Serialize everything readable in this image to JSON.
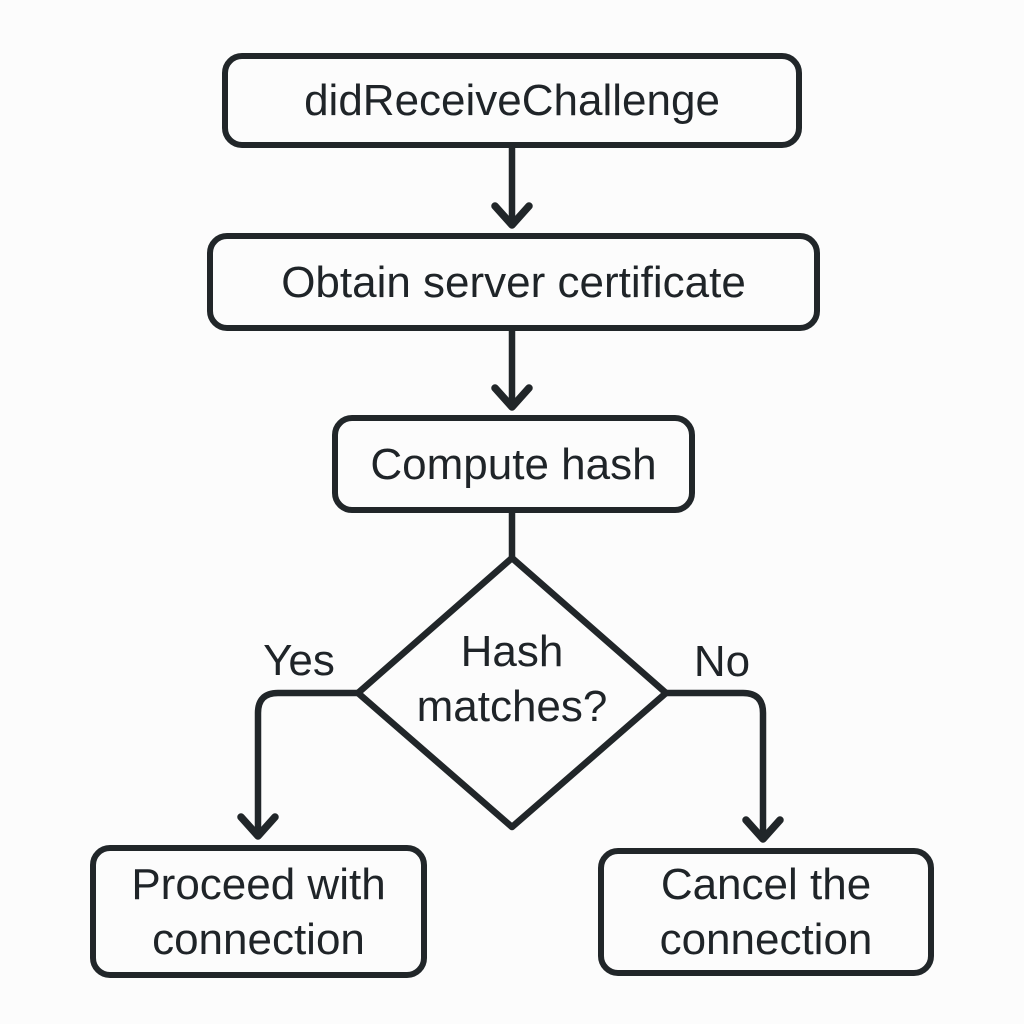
{
  "canvas": {
    "colors": {
      "stroke": "#212629",
      "background": "#fcfcfc",
      "node_fill": "#fcfcfc",
      "text": "#1f2428"
    }
  },
  "flowchart": {
    "nodes": [
      {
        "id": "did-receive-challenge",
        "shape": "rounded-rect",
        "lines": [
          "didReceiveChallenge"
        ]
      },
      {
        "id": "obtain-server-certificate",
        "shape": "rounded-rect",
        "lines": [
          "Obtain server certificate"
        ]
      },
      {
        "id": "compute-hash",
        "shape": "rounded-rect",
        "lines": [
          "Compute hash"
        ]
      },
      {
        "id": "hash-matches",
        "shape": "diamond",
        "lines": [
          "Hash",
          "matches?"
        ]
      },
      {
        "id": "proceed-with-connection",
        "shape": "rounded-rect",
        "lines": [
          "Proceed with",
          "connection"
        ]
      },
      {
        "id": "cancel-the-connection",
        "shape": "rounded-rect",
        "lines": [
          "Cancel the",
          "connection"
        ]
      }
    ],
    "edges": [
      {
        "from": "did-receive-challenge",
        "to": "obtain-server-certificate",
        "label": "",
        "arrow": true
      },
      {
        "from": "obtain-server-certificate",
        "to": "compute-hash",
        "label": "",
        "arrow": true
      },
      {
        "from": "compute-hash",
        "to": "hash-matches",
        "label": "",
        "arrow": false
      },
      {
        "from": "hash-matches",
        "to": "proceed-with-connection",
        "label": "Yes",
        "arrow": true
      },
      {
        "from": "hash-matches",
        "to": "cancel-the-connection",
        "label": "No",
        "arrow": true
      }
    ]
  }
}
